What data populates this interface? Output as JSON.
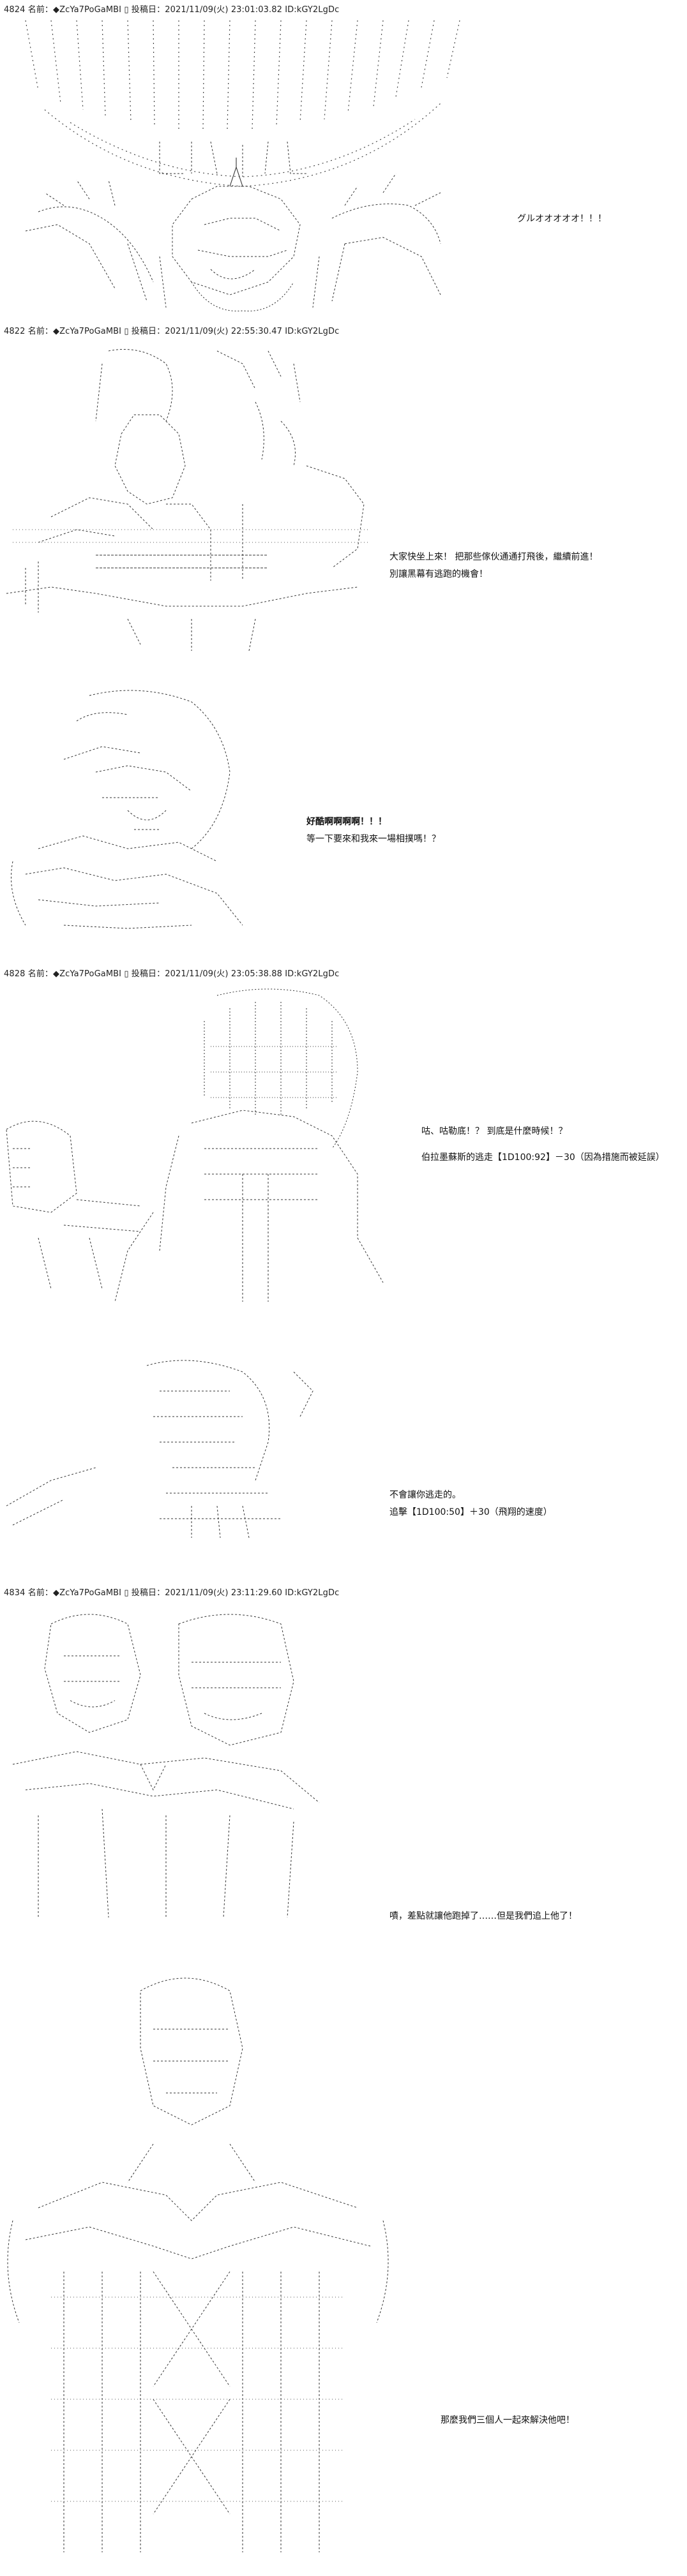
{
  "posts": [
    {
      "header": "4824 名前：◆ZcYa7PoGaMBI ▯ 投稿日：2021/11/09(火) 23:01:03.82 ID:kGY2LgDc",
      "panels": [
        {
          "lines": []
        },
        {
          "lines": [
            "グルオオオオオ！！！"
          ]
        }
      ]
    },
    {
      "header": "4822 名前：◆ZcYa7PoGaMBI ▯ 投稿日：2021/11/09(火) 22:55:30.47 ID:kGY2LgDc",
      "panels": [
        {
          "lines": [
            "大家快坐上來！ 把那些傢伙通通打飛後，繼續前進！",
            "別讓黑幕有逃跑的機會！"
          ]
        },
        {
          "lines": [
            "好酷啊啊啊啊！！！",
            "等一下要來和我來一場相撲嗎！？"
          ]
        }
      ]
    },
    {
      "header": "4828 名前：◆ZcYa7PoGaMBI ▯ 投稿日：2021/11/09(火) 23:05:38.88 ID:kGY2LgDc",
      "panels": [
        {
          "lines": [
            "咕、咕勒底！？ 到底是什麼時候！？",
            "伯拉墨蘇斯的逃走【1D100:92】－30（因為措施而被延誤）"
          ]
        },
        {
          "lines": [
            "不會讓你逃走的。",
            "追擊【1D100:50】＋30（飛翔的速度）"
          ]
        }
      ]
    },
    {
      "header": "4834 名前：◆ZcYa7PoGaMBI ▯ 投稿日：2021/11/09(火) 23:11:29.60 ID:kGY2LgDc",
      "panels": [
        {
          "lines": [
            "嘖，差點就讓他跑掉了……但是我們追上他了！"
          ]
        },
        {
          "lines": [
            "那麼我們三個人一起來解決他吧！"
          ]
        }
      ]
    }
  ]
}
